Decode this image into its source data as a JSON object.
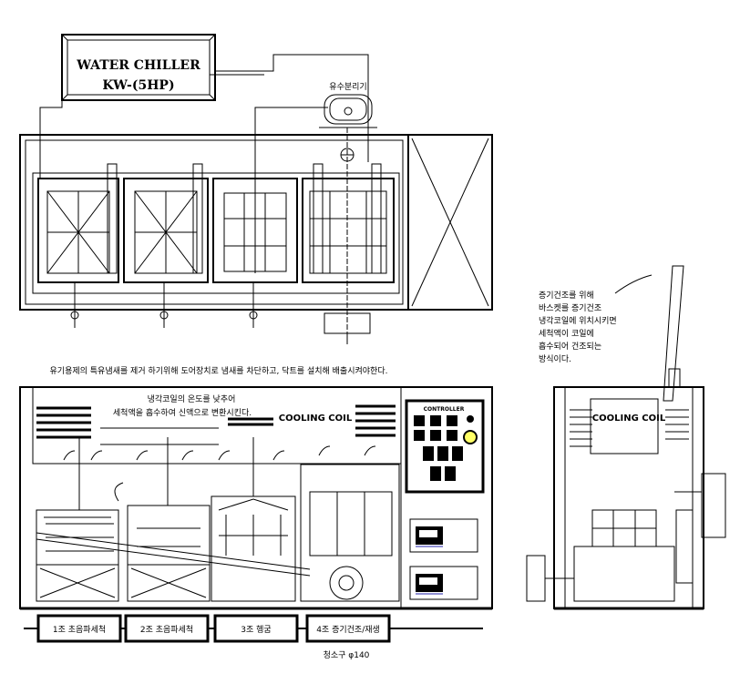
{
  "chiller": {
    "line1": "WATER CHILLER",
    "line2": "KW-(5HP)"
  },
  "separator_label": "유수분리기",
  "notes": {
    "top_note": "유기용제의 특유냄새를 제거 하기위해 도어장치로 냄새를 차단하고, 닥트를 설치해 배출시켜야한다.",
    "coil_note_1": "냉각코일의 온도를 낮추어",
    "coil_note_2": "세척액을 흡수하여 신액으로 변환시킨다.",
    "coil_label_front": "COOLING COIL",
    "coil_label_side": "COOLING COIL",
    "controller_label": "CONTROLLER",
    "side_note": [
      "증기건조를 위해",
      "바스켓를 증기건조",
      "냉각코일에 위치시키면",
      "세척액이 코일에",
      "흡수되어 건조되는",
      "방식이다."
    ]
  },
  "stations": [
    {
      "label": "1조 초음파세척"
    },
    {
      "label": "2조 초음파세척"
    },
    {
      "label": "3조 헹굼"
    },
    {
      "label": "4조 증기건조/재생"
    }
  ],
  "outlet_label": "청소구 φ140"
}
